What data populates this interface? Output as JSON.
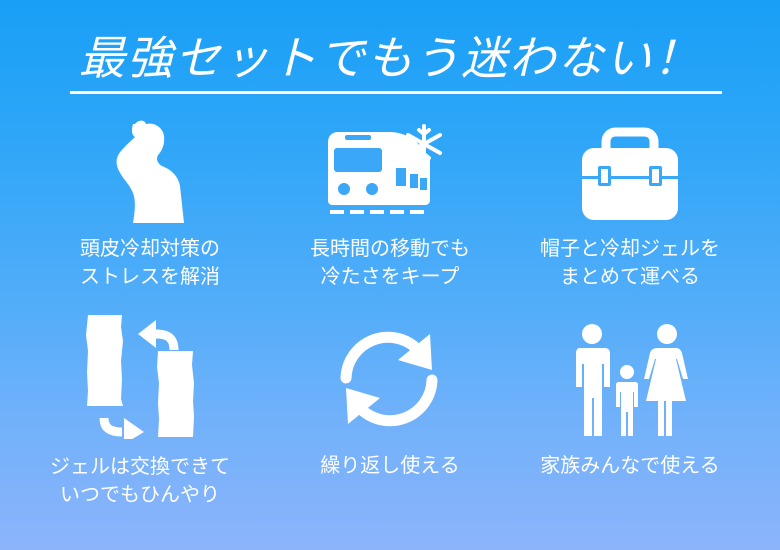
{
  "header": {
    "title": "最強セットでもう迷わない！"
  },
  "colors": {
    "gradient_top": "#189ff6",
    "gradient_bottom": "#8cb4fb",
    "foreground": "#ffffff"
  },
  "features": [
    {
      "icon": "woman-cooling-head-icon",
      "line1": "頭皮冷却対策の",
      "line2": "ストレスを解消"
    },
    {
      "icon": "train-snowflake-icon",
      "line1": "長時間の移動でも",
      "line2": "冷たさをキープ"
    },
    {
      "icon": "cooler-box-icon",
      "line1": "帽子と冷却ジェルを",
      "line2": "まとめて運べる"
    },
    {
      "icon": "gel-swap-icon",
      "line1": "ジェルは交換できて",
      "line2": "いつでもひんやり"
    },
    {
      "icon": "repeat-cycle-icon",
      "line1": "繰り返し使える",
      "line2": ""
    },
    {
      "icon": "family-icon",
      "line1": "家族みんなで使える",
      "line2": ""
    }
  ]
}
